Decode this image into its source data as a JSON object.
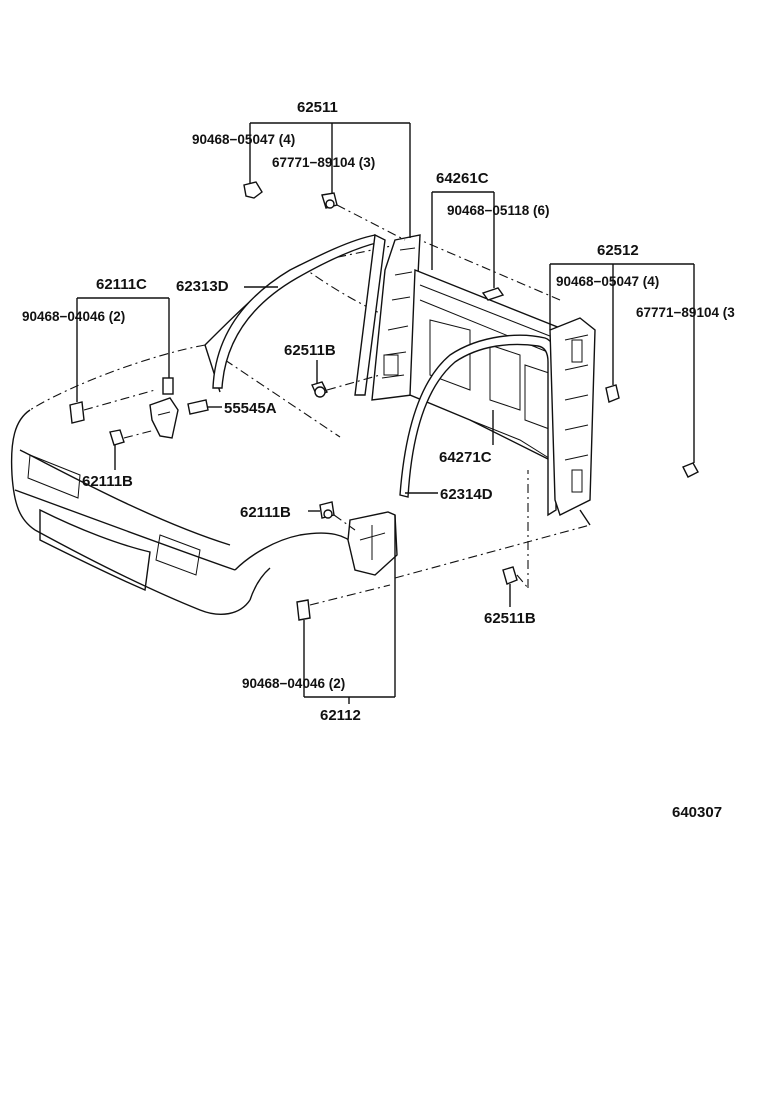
{
  "labels": {
    "l62511": "62511",
    "l90468_05047_a": "90468−05047 (4)",
    "l67771_89104_a": "67771−89104 (3)",
    "l64261C": "64261C",
    "l90468_05118": "90468−05118 (6)",
    "l62512": "62512",
    "l90468_05047_b": "90468−05047 (4)",
    "l67771_89104_b": "67771−89104 (3",
    "l62111C": "62111C",
    "l62313D": "62313D",
    "l90468_04046_a": "90468−04046 (2)",
    "l62511B_a": "62511B",
    "l55545A": "55545A",
    "l62111B_a": "62111B",
    "l64271C": "64271C",
    "l62314D": "62314D",
    "l62111B_b": "62111B",
    "l62511B_b": "62511B",
    "l90468_04046_b": "90468−04046 (2)",
    "l62112": "62112",
    "l640307": "640307"
  }
}
